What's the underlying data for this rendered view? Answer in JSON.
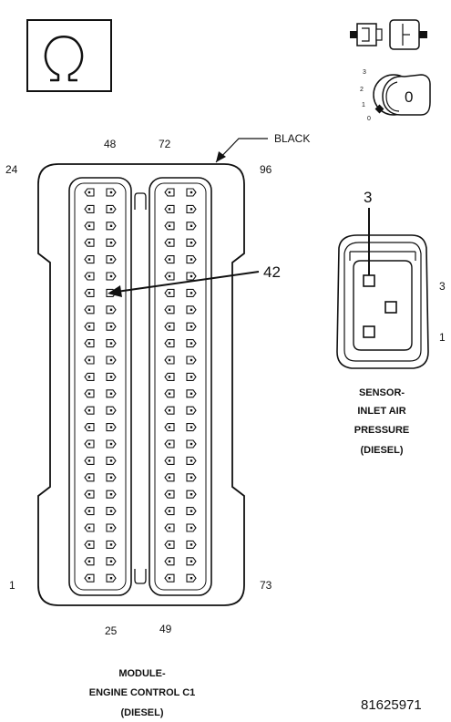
{
  "connector": {
    "color_label": "BLACK",
    "pin_numbers": {
      "top_left_a": "48",
      "top_right_a": "72",
      "top_far_left": "24",
      "top_far_right": "96",
      "bottom_far_left": "1",
      "bottom_far_right": "73",
      "bottom_left_a": "25",
      "bottom_right_a": "49"
    },
    "callout_pin": "42",
    "caption": [
      "MODULE-",
      "ENGINE CONTROL C1",
      "(DIESEL)"
    ]
  },
  "sensor": {
    "callout_pin": "3",
    "side_label_top": "3",
    "side_label_bottom": "1",
    "caption": [
      "SENSOR-",
      "INLET AIR",
      "PRESSURE",
      "(DIESEL)"
    ]
  },
  "ignition": {
    "positions": [
      "3",
      "2",
      "1",
      "0"
    ],
    "key_label": "0"
  },
  "icons": {
    "ohmmeter": "ohm-symbol-icon",
    "connector": "unplugged-connector-icon",
    "ignition": "ignition-key-off-icon"
  },
  "figure_number": "81625971"
}
